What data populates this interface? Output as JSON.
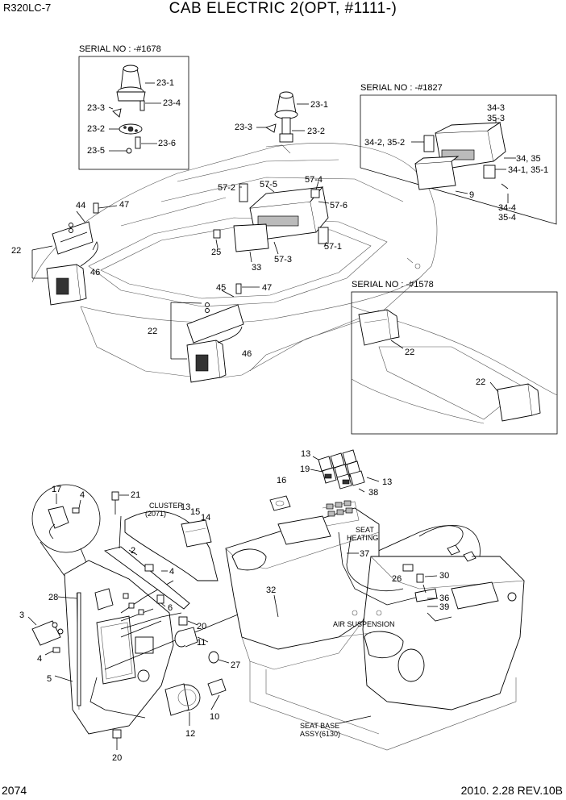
{
  "header": {
    "model": "R320LC-7",
    "title": "CAB ELECTRIC 2(OPT, #1111-)"
  },
  "footer": {
    "page": "2074",
    "revision": "2010. 2.28  REV.10B"
  },
  "insets": {
    "serial_1678": "SERIAL NO : -#1678",
    "serial_1827": "SERIAL NO : -#1827",
    "serial_1578": "SERIAL NO : -#1578"
  },
  "notes": {
    "cluster_line1": "CLUSTER",
    "cluster_line2": "(2071)",
    "seat_heating_line1": "SEAT",
    "seat_heating_line2": "HEATING",
    "air_suspension": "AIR SUSPENSION",
    "seat_base_line1": "SEAT BASE",
    "seat_base_line2": "ASSY(6130)"
  },
  "callouts": {
    "p23_1a": "23-1",
    "p23_3a": "23-3",
    "p23_4": "23-4",
    "p23_2a": "23-2",
    "p23_5": "23-5",
    "p23_6": "23-6",
    "p23_1b": "23-1",
    "p23_3b": "23-3",
    "p23_2b": "23-2",
    "p34_3": "34-3",
    "p35_3": "35-3",
    "p34_2": "34-2, 35-2",
    "p34_35": "34, 35",
    "p34_1": "34-1, 35-1",
    "p9": "9",
    "p34_4": "34-4",
    "p35_4": "35-4",
    "p44": "44",
    "p47a": "47",
    "p22a": "22",
    "p46a": "46",
    "p57_2": "57-2",
    "p57_5": "57-5",
    "p57_4": "57-4",
    "p57_6": "57-6",
    "p57_3": "57-3",
    "p57_1": "57-1",
    "p25": "25",
    "p33": "33",
    "p45": "45",
    "p47b": "47",
    "p22b": "22",
    "p46b": "46",
    "p22c": "22",
    "p22d": "22",
    "p17": "17",
    "p4a": "4",
    "p21": "21",
    "p13a": "13",
    "p15": "15",
    "p14": "14",
    "p2": "2",
    "p4b": "4",
    "p6": "6",
    "p28": "28",
    "p3": "3",
    "p4c": "4",
    "p5": "5",
    "p20a": "20",
    "p11": "11",
    "p27": "27",
    "p10": "10",
    "p12": "12",
    "p20b": "20",
    "p16": "16",
    "p13b": "13",
    "p19": "19",
    "p13c": "13",
    "p38": "38",
    "p37": "37",
    "p32": "32",
    "p26": "26",
    "p30": "30",
    "p36": "36",
    "p39": "39"
  }
}
